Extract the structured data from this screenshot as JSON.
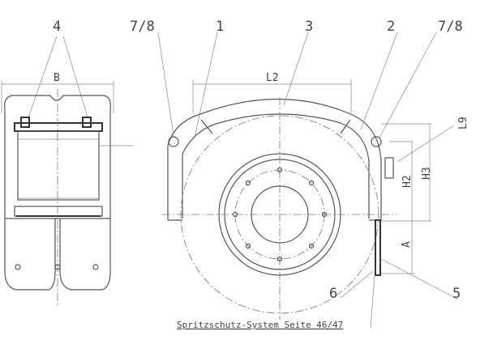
{
  "callouts": {
    "c4": "4",
    "c78_left": "7/8",
    "c1": "1",
    "c3": "3",
    "c2": "2",
    "c78_right": "7/8",
    "c6": "6",
    "c5": "5"
  },
  "dimensions": {
    "b": "B",
    "l2": "L2",
    "l9": "L9",
    "h2": "H2",
    "h3": "H3",
    "a": "A"
  },
  "caption": "Spritzschutz-System Seite 46/47"
}
